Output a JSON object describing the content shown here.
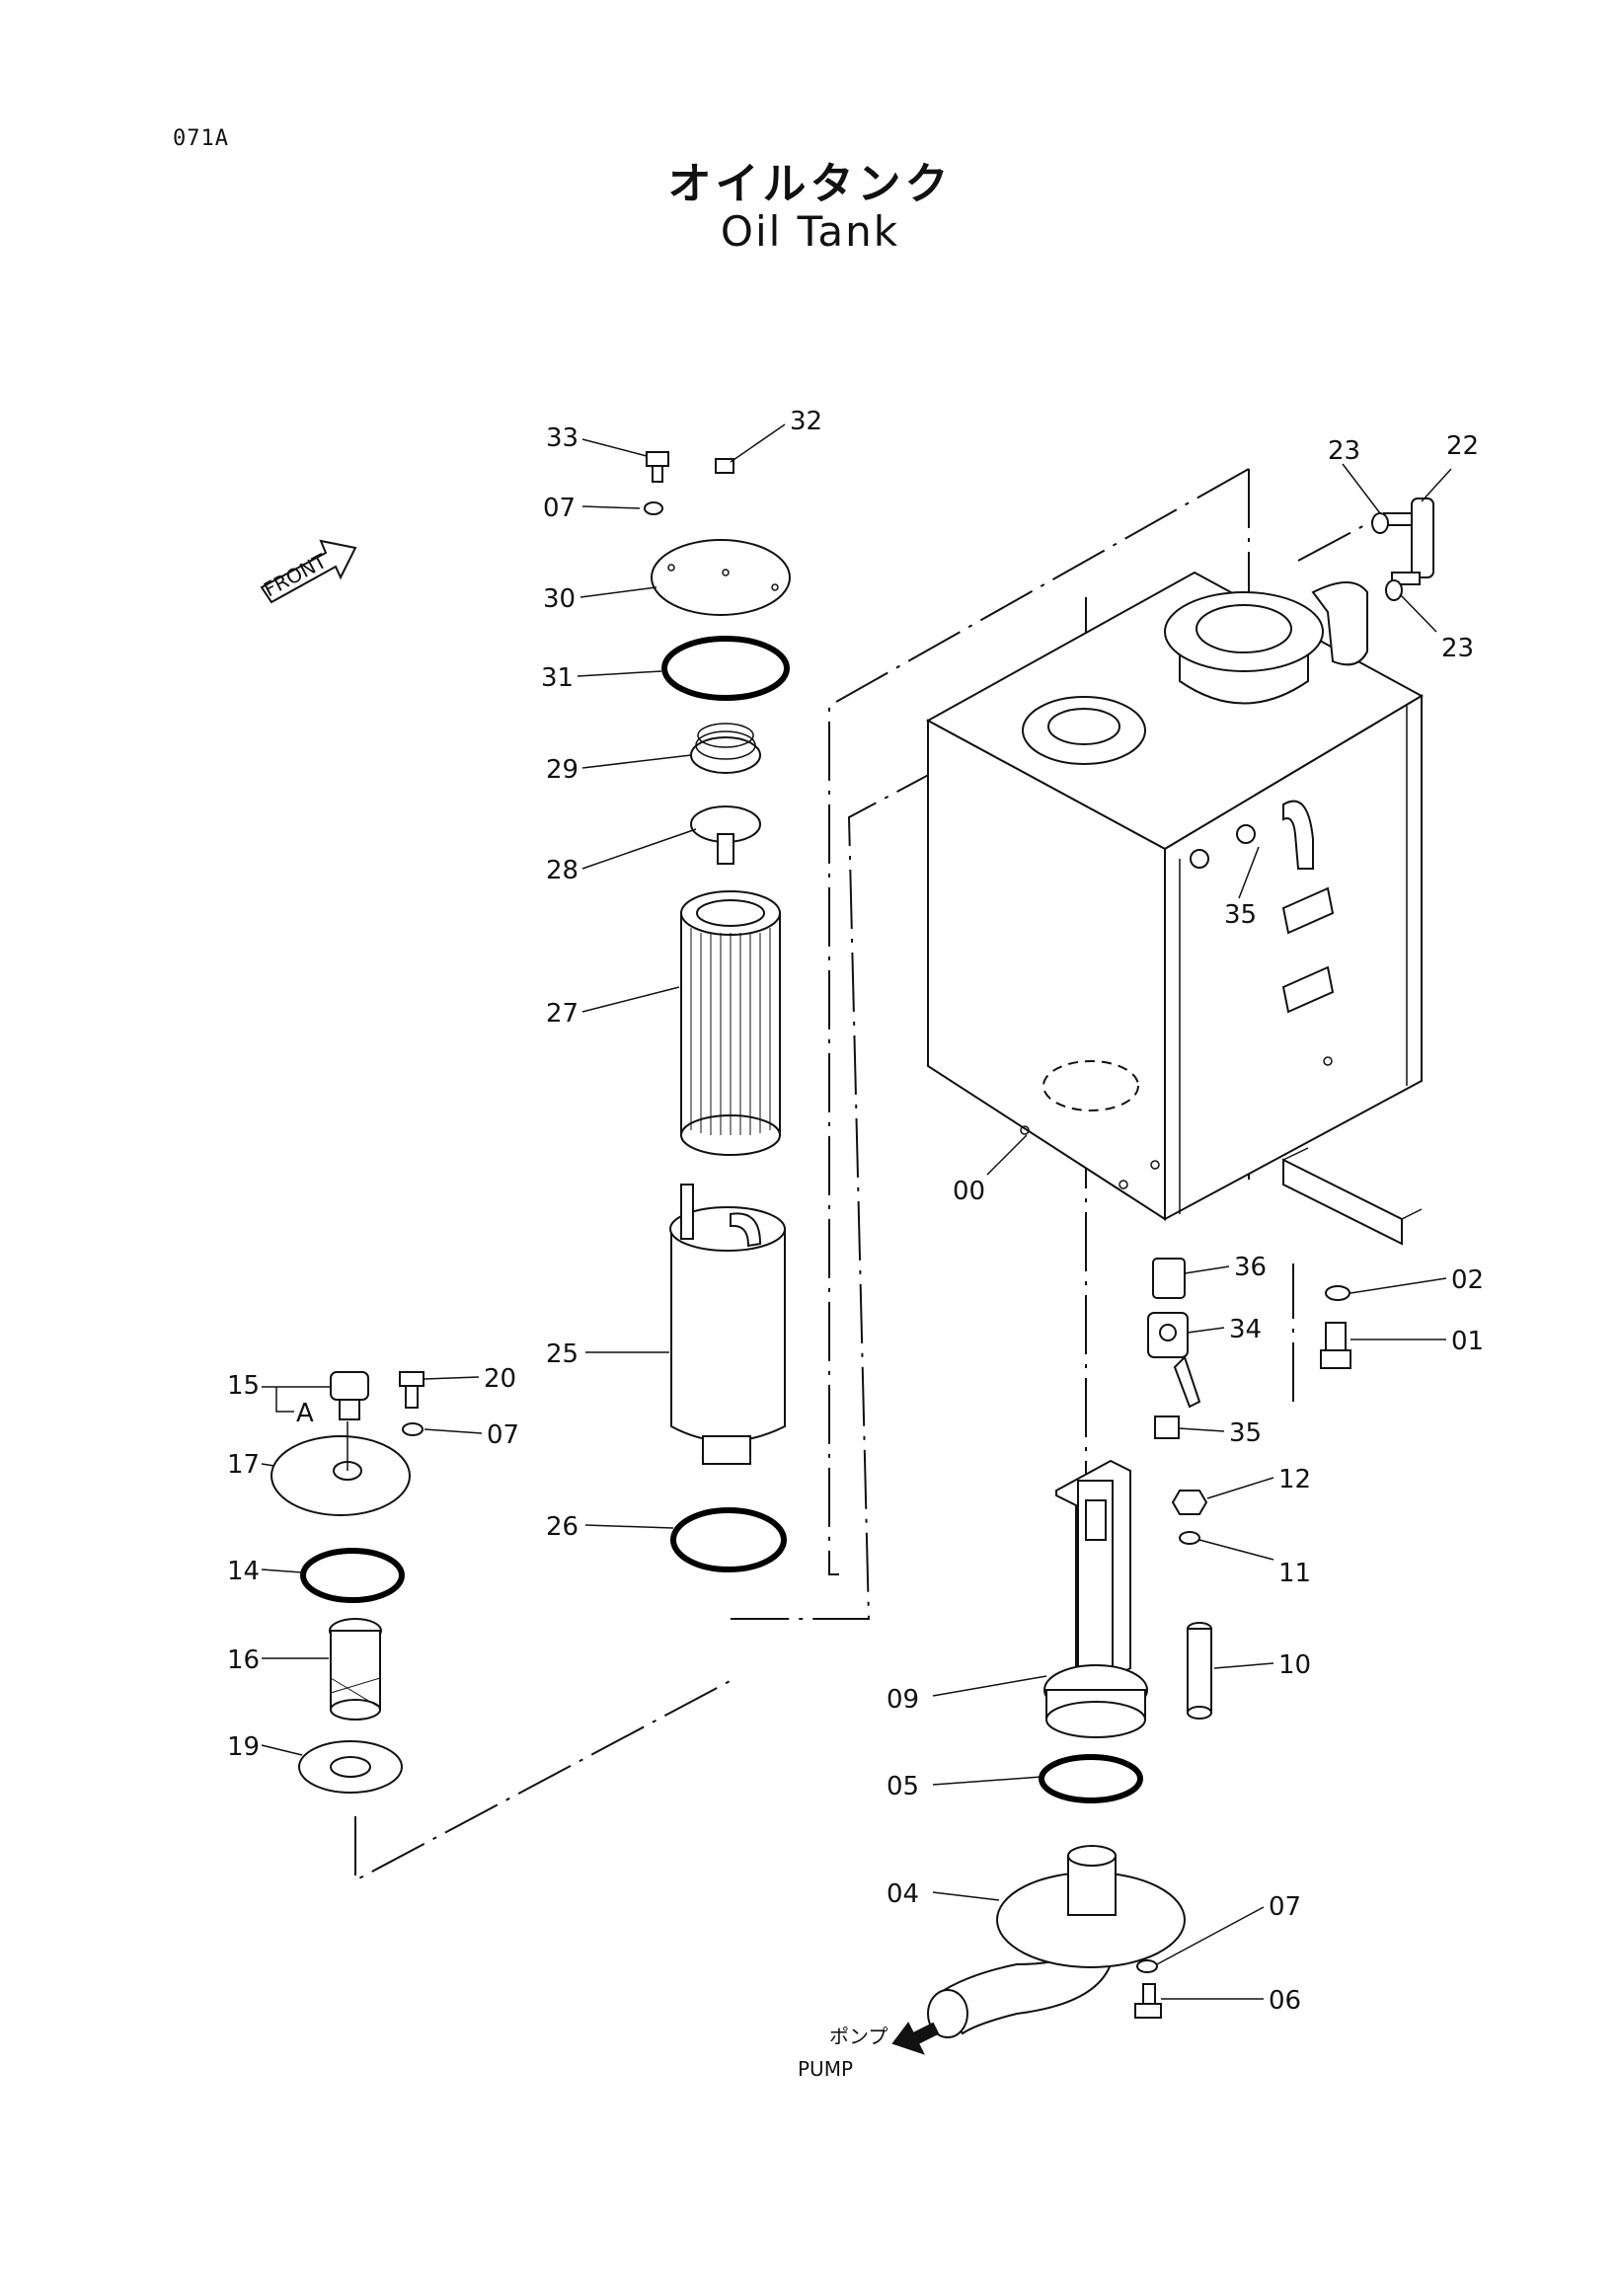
{
  "page_code": "071A",
  "title_jp": "オイルタンク",
  "title_en": "Oil Tank",
  "front_label": "FRONT",
  "pump_label_jp": "ポンプ",
  "pump_label_en": "PUMP",
  "sub_label_a": "A",
  "callouts": {
    "c00": "00",
    "c01": "01",
    "c02": "02",
    "c04": "04",
    "c05": "05",
    "c06": "06",
    "c07a": "07",
    "c07b": "07",
    "c07c": "07",
    "c09": "09",
    "c10": "10",
    "c11": "11",
    "c12": "12",
    "c14": "14",
    "c15": "15",
    "c16": "16",
    "c17": "17",
    "c19": "19",
    "c20": "20",
    "c22": "22",
    "c23a": "23",
    "c23b": "23",
    "c25": "25",
    "c26": "26",
    "c27": "27",
    "c28": "28",
    "c29": "29",
    "c30": "30",
    "c31": "31",
    "c32": "32",
    "c33": "33",
    "c34": "34",
    "c35a": "35",
    "c35b": "35",
    "c36": "36"
  }
}
